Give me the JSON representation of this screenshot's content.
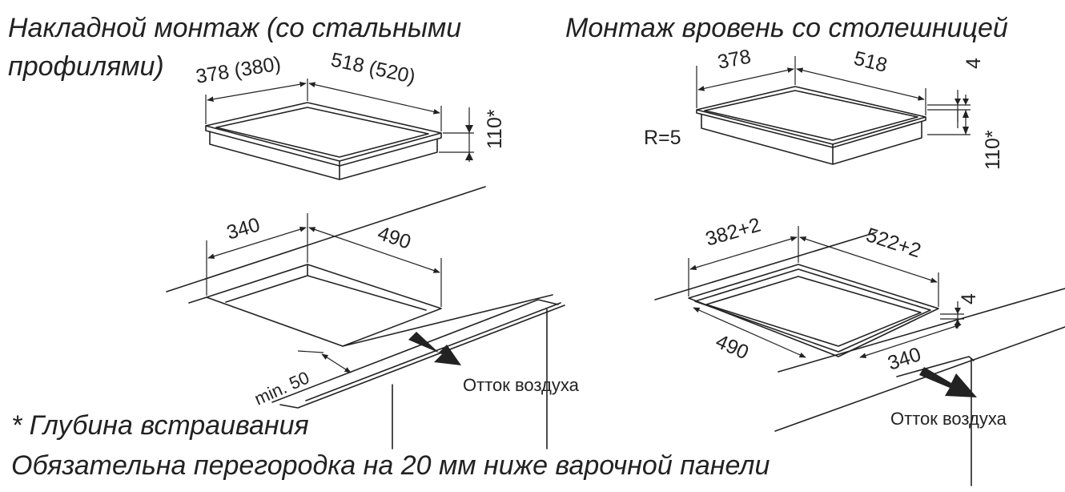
{
  "titles": {
    "overlay_line1": "Накладной монтаж (со стальными",
    "overlay_line2": "профилями)",
    "flush": "Монтаж вровень со столешницей"
  },
  "overlay": {
    "width_label": "378 (380)",
    "length_label": "518 (520)",
    "height_label": "110*",
    "cutout_width": "340",
    "cutout_length": "490",
    "min_gap": "min. 50",
    "airflow": "Отток воздуха"
  },
  "flush": {
    "width_label": "378",
    "length_label": "518",
    "frame_thickness": "4",
    "height_label": "110*",
    "radius": "R=5",
    "rebate_width": "382+2",
    "rebate_length": "522+2",
    "rebate_depth": "4",
    "cutout_length": "490",
    "cutout_width": "340",
    "airflow": "Отток воздуха"
  },
  "notes": {
    "depth_note": "* Глубина встраивания",
    "partition_note": "Обязательна перегородка на 20 мм ниже варочной панели"
  }
}
